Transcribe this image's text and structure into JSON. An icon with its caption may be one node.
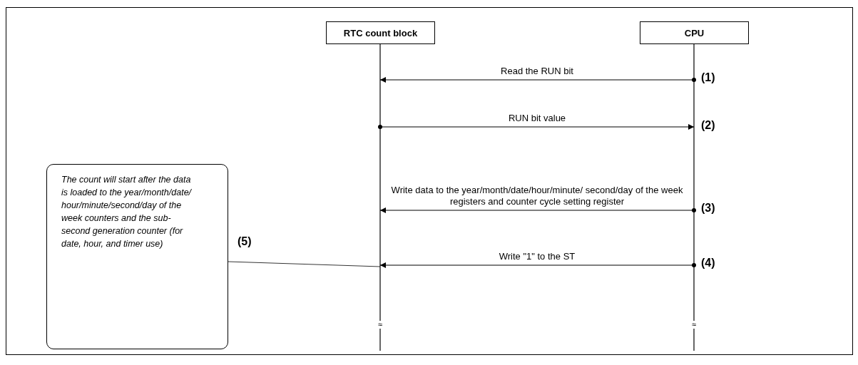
{
  "diagram": {
    "nodes": [
      {
        "text": [
          "RTC count block"
        ]
      },
      {
        "text": [
          "CPU"
        ]
      },
      {
        "text": [
          "The count will start after the data is loaded to the year/month/date/hour/minute/second/day of the week counters and the sub-second generation counter (for date, hour, and timer use)"
        ]
      }
    ],
    "edges": [
      {
        "from": 1,
        "to": 0,
        "arrow": "to",
        "label": "Read the RUN bit"
      },
      {
        "from": 0,
        "to": 1,
        "arrow": "to",
        "label": "RUN bit value"
      },
      {
        "from": 1,
        "to": 0,
        "arrow": "to",
        "label": "Write data to the year/month/date/hour/minute/ second/day of the week registers and counter cycle setting register"
      },
      {
        "from": 1,
        "to": 0,
        "arrow": "to",
        "label": "Write \"1\" to the ST"
      },
      {
        "from": 2,
        "to": 0,
        "arrow": "none"
      }
    ],
    "labels": [
      "(1)",
      "(2)",
      "(3)",
      "(4)",
      "(5)",
      "≈",
      "≈"
    ]
  }
}
